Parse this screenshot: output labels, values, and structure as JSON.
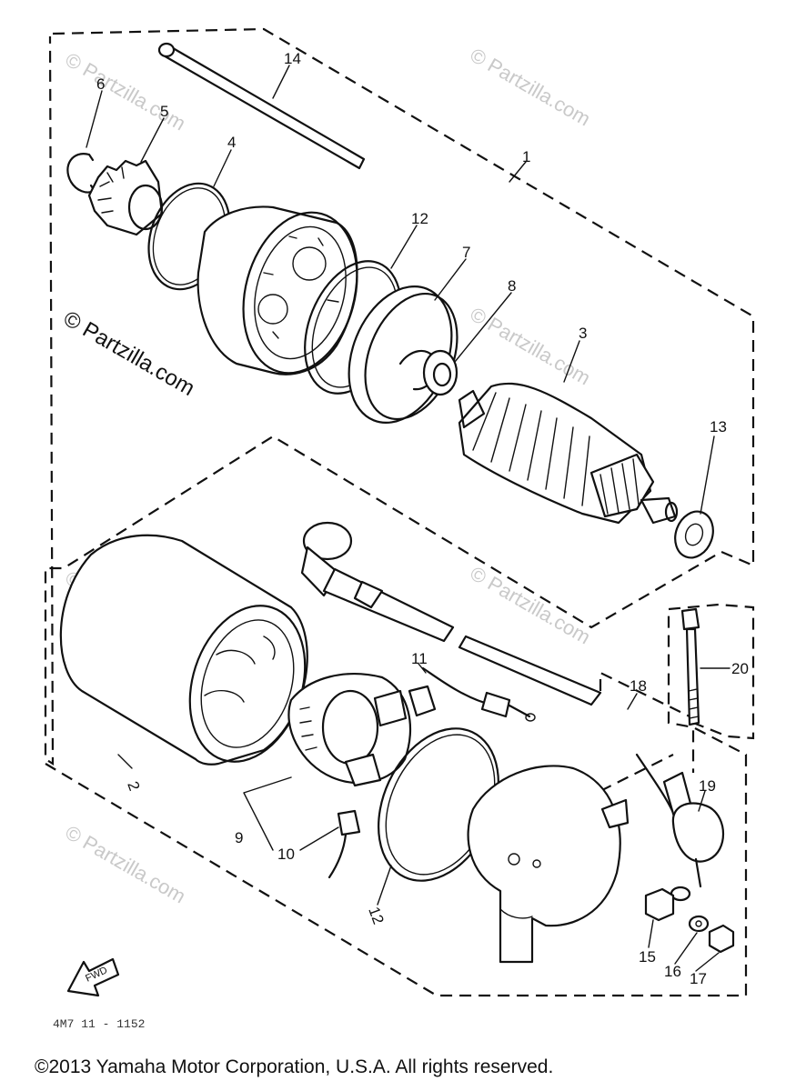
{
  "watermark": "© Partzilla.com",
  "drawing_code": "4M7 11 - 1152",
  "fwd_label": "FWD",
  "copyright": "©2013  Yamaha Motor Corporation, U.S.A. All rights reserved.",
  "callouts": [
    "1",
    "2",
    "3",
    "4",
    "5",
    "6",
    "7",
    "8",
    "9",
    "10",
    "11",
    "12",
    "12",
    "13",
    "14",
    "15",
    "16",
    "17",
    "18",
    "19",
    "20"
  ]
}
